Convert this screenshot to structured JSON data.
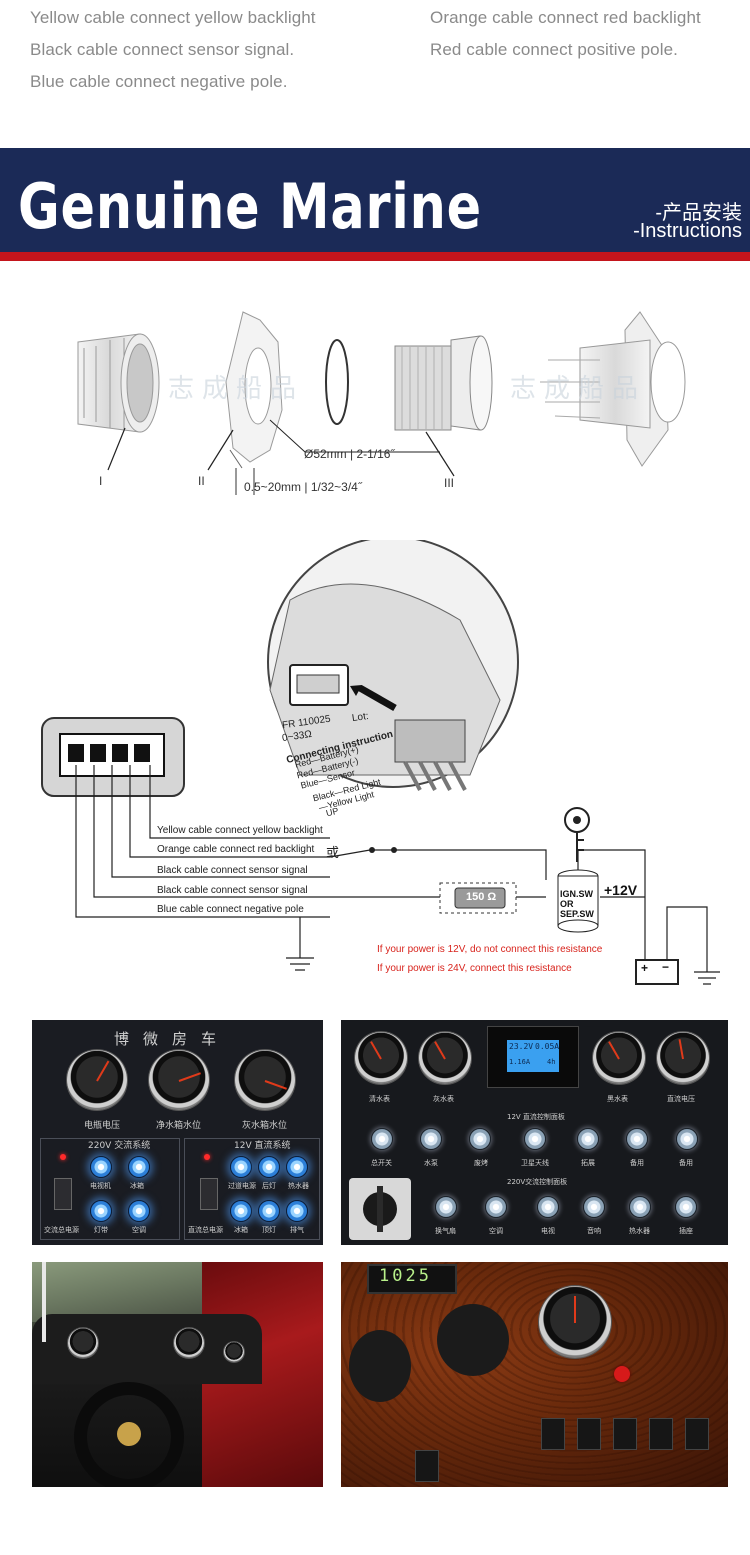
{
  "captions": {
    "left": [
      "Yellow cable connect yellow backlight",
      "Black cable connect sensor signal.",
      "Blue cable connect negative pole."
    ],
    "right": [
      "Orange cable connect red backlight",
      "Red cable connect positive pole."
    ]
  },
  "banner": {
    "title": "Genuine Marine",
    "subtitle_cn": "-产品安装",
    "subtitle_en": "-Instructions"
  },
  "install_diagram": {
    "part_labels": [
      "I",
      "II",
      "III"
    ],
    "diameter": "Ø52mm | 2-1/16˝",
    "thickness": "0.5~20mm | 1/32~3/4˝",
    "watermark": "志成船品"
  },
  "inset": {
    "code": "FR 110025",
    "resistance": "0~33Ω",
    "lot": "Lot:",
    "heading": "Connecting instruction",
    "lines": [
      "Red—Battery(+)",
      "Red—Battery(-)",
      "Blue—Sensor",
      "Black—Red Light",
      "—Yellow Light",
      "UP"
    ]
  },
  "wiring": {
    "labels": [
      "Yellow cable connect yellow backlight",
      "Orange cable connect red backlight",
      "Black cable connect sensor signal",
      "Black cable connect sensor signal",
      "Blue cable connect negative pole"
    ],
    "or_cn": "或",
    "resistor": "150 Ω",
    "ign_switch": [
      "IGN.SW",
      "OR",
      "SEP.SW"
    ],
    "voltage": "+12V",
    "battery_plus": "+",
    "battery_minus": "−",
    "warning_12v": "If your power is 12V, do not connect this resistance",
    "warning_24v": "If your power is 24V, connect this resistance"
  },
  "photos": {
    "panel1": {
      "title": "博微房车",
      "gauge_labels": [
        "电瓶电压",
        "净水箱水位",
        "灰水箱水位"
      ],
      "section_ac": "220V 交流系统",
      "section_dc": "12V 直流系统",
      "ac_labels": [
        "电视机",
        "冰箱",
        "灯带",
        "空调"
      ],
      "ac_main": "交流总电源",
      "dc_labels": [
        "过道电源",
        "后灯",
        "热水器",
        "冰箱",
        "顶灯",
        "排气"
      ],
      "dc_main": "直流总电源"
    },
    "panel2": {
      "gauge_labels": [
        "清水表",
        "灰水表",
        "黑水表",
        "直流电压"
      ],
      "lcd_top": [
        "23.2V",
        "0.05A"
      ],
      "lcd_bottom": [
        "1.16A",
        "4h"
      ],
      "row1_title": "12V 直流控制面板",
      "row1_labels": [
        "总开关",
        "水泵",
        "废烤",
        "卫星天线",
        "拓展",
        "备用",
        "备用"
      ],
      "row2_title": "220V交流控制面板",
      "row2_labels": [
        "换气扇",
        "空调",
        "电视",
        "音响",
        "热水器",
        "插座"
      ]
    },
    "panel4": {
      "display": "1025"
    }
  }
}
